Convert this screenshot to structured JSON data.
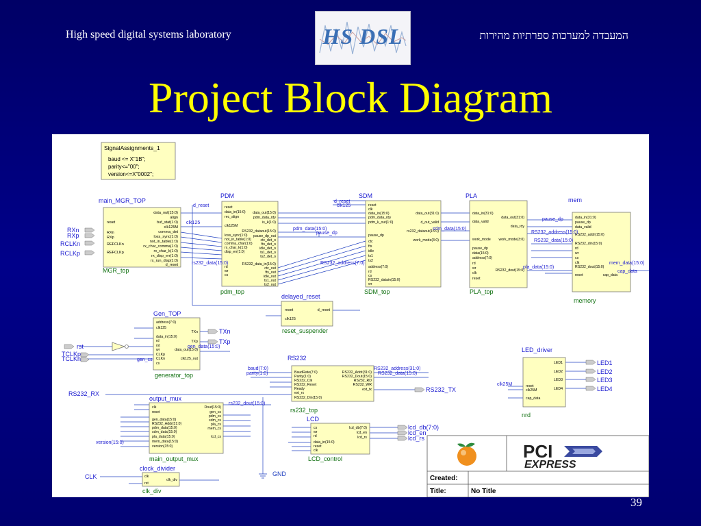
{
  "header": {
    "left": "High speed digital systems laboratory",
    "right": "המעבדה למערכות ספרתיות מהירות",
    "logo_text": "HS DSL"
  },
  "title": "Project Block Diagram",
  "page_number": "39",
  "diagram": {
    "signal_assignments": {
      "title": "SignalAssignments_1",
      "lines": [
        "baud <= X\"1B\";",
        "parity<=\"00\";",
        "version<=X\"0002\";"
      ]
    },
    "blocks": {
      "mgr": {
        "type": "main_MGR_TOP",
        "inst": "MGR_top",
        "left_ports": [
          "reset",
          "RXn",
          "RXp",
          "REFCLKn",
          "REFCLKp"
        ],
        "right_ports": [
          "data_out(15:0)",
          "align",
          "buf_stat(1:0)",
          "clk125M",
          "comma_det",
          "loss_sync(1:0)",
          "not_in_table(1:0)",
          "rx_char_comma(1:0)",
          "rx_char_k(1:0)",
          "rx_disp_err(1:0)",
          "rx_run_disp(1:0)",
          "d_reset"
        ]
      },
      "pdm": {
        "type": "PDM",
        "inst": "pdm_top",
        "left_ports": [
          "reset",
          "data_in(15:0)",
          "rec_align",
          "clk125M",
          "loss_sync(1:0)",
          "not_in_table(1:0)",
          "comma_char(1:0)",
          "rx_char_k(1:0)",
          "disp_err(1:0)",
          "rd",
          "wr",
          "cs"
        ],
        "right_ports": [
          "data_out(15:0)",
          "pdm_data_rdy",
          "is_k(1:0)",
          "RS232_dataout(15:0)",
          "pause_dp_out",
          "ctc_det_o",
          "fts_det_o",
          "idle_det_o",
          "ts1_det_o",
          "ts2_det_o",
          "RS232_data_in(15:0)",
          "ctc_out",
          "fts_out",
          "idle_out",
          "ts1_out",
          "ts2_out"
        ]
      },
      "sdm": {
        "type": "SDM",
        "inst": "SDM_top",
        "left_ports": [
          "reset",
          "clk",
          "data_in(15:0)",
          "pdm_data_rdy",
          "pdm_k_out(1:0)",
          "pause_dp",
          "ctc",
          "fts",
          "idle",
          "ts1",
          "ts2",
          "address(7:0)",
          "rd",
          "cs",
          "RS232_datain(15:0)",
          "wr"
        ],
        "right_ports": [
          "data_out(31:0)",
          "d_out_valid",
          "rs232_dataout(15:0)",
          "work_mode(3:0)"
        ]
      },
      "pla": {
        "type": "PLA",
        "inst": "PLA_top",
        "left_ports": [
          "data_in(31:0)",
          "data_valid",
          "work_mode",
          "pause_dp",
          "data(15:0)",
          "address(7:0)",
          "rd",
          "wr",
          "clk",
          "reset"
        ],
        "right_ports": [
          "data_out(31:0)",
          "data_rdy",
          "work_mode(3:0)",
          "RS232_dout(15:0)"
        ]
      },
      "mem": {
        "type": "mem",
        "inst": "memory",
        "left_ports": [
          "data_in(31:0)",
          "pause_dp",
          "data_valid",
          "RS232_addr(15:0)",
          "RS232_din(15:0)",
          "rd",
          "wr",
          "cs",
          "clk",
          "RS232_dout(15:0)",
          "reset"
        ],
        "right_ports": [
          "cap_data"
        ]
      },
      "delayed_reset": {
        "type": "delayed_reset",
        "inst": "reset_suspender",
        "left_ports": [
          "reset",
          "clk125"
        ],
        "right_ports": [
          "d_reset"
        ]
      },
      "gen": {
        "type": "Gen_TOP",
        "inst": "generator_top",
        "left_ports": [
          "address(7:0)",
          "clk125",
          "data_in(15:0)",
          "rd",
          "rst",
          "wr",
          "CLKp",
          "CLKn",
          "cs"
        ],
        "right_ports": [
          "TXn",
          "TXp",
          "data_out(15:0)",
          "clk125_out"
        ]
      },
      "rs232": {
        "type": "RS232",
        "inst": "rs232_top",
        "left_ports": [
          "BaudRate(7:0)",
          "Parity(1:0)",
          "RS232_Clk",
          "RS232_Reset",
          "Ready",
          "ext_rx",
          "RS232_Din(15:0)"
        ],
        "right_ports": [
          "RS232_Addr(31:0)",
          "RS232_Dout(15:0)",
          "RS232_RD",
          "RS232_WR",
          "ext_tx"
        ]
      },
      "output_mux": {
        "type": "output_mux",
        "inst": "main_output_mux",
        "left_ports": [
          "clk",
          "reset",
          "gen_data(15:0)",
          "RS232_Addr(31:0)",
          "pdm_data(15:0)",
          "sdm_data(15:0)",
          "pla_data(15:0)",
          "mem_data(15:0)",
          "version(15:0)"
        ],
        "right_ports": [
          "Dout(15:0)",
          "gen_cs",
          "pdm_cs",
          "sdm_cs",
          "pla_cs",
          "mem_cs",
          "lcd_cs"
        ]
      },
      "lcd": {
        "type": "LCD",
        "inst": "LCD_control",
        "left_ports": [
          "cs",
          "wr",
          "rd",
          "data_in(15:0)",
          "reset",
          "clk"
        ],
        "right_ports": [
          "lcd_db(7:0)",
          "lcd_en",
          "lcd_rs"
        ]
      },
      "led": {
        "type": "LED_driver",
        "inst": "nrd",
        "left_ports": [
          "reset",
          "clk25M",
          "cap_data"
        ],
        "right_ports": [
          "LED1",
          "LED2",
          "LED3",
          "LED4"
        ]
      },
      "clk_div": {
        "type": "clock_divider",
        "inst": "clk_div",
        "left_ports": [
          "clk",
          "rst"
        ],
        "right_ports": [
          "clk_div"
        ]
      }
    },
    "io_ports": {
      "rxn": "RXn",
      "rxp": "RXp",
      "refclkn": "RCLKn",
      "refclkp": "RCLKp",
      "txn": "TXn",
      "txp": "TXp",
      "rst": "rst",
      "tclkp": "TCLKp",
      "tclkn": "TCLKn",
      "rs232_tx": "RS232_TX",
      "rs232_rx": "RS232_RX",
      "clk": "CLK",
      "lcd_db": "lcd_db(7:0)",
      "lcd_en": "lcd_en",
      "lcd_rs": "lcd_rs",
      "led1": "LED1",
      "led2": "LED2",
      "led3": "LED3",
      "led4": "LED4",
      "gnd": "GND"
    },
    "net_labels": {
      "d_reset": "d_reset",
      "clk125": "clk125",
      "d_reset2": "d_reset",
      "clk125_b": "clk125",
      "pdm_data": "pdm_data(15:0)",
      "pause_dp": "pause_dp",
      "pause_dp_r": "pause_dp",
      "rs232_address": "RS232_address(7:0)",
      "rs232_data": "rs232_data(15:0)",
      "sdm_data": "sdm_data(15:0)",
      "rs232_address_r": "RS232_address(15:0)",
      "rs232_data_r": "RS232_data(15:0)",
      "mem_data": "mem_data(15:0)",
      "cap_data": "cap_data",
      "pla_data": "pla_data(15:0)",
      "gen_data": "gen_data(15:0)",
      "gen_cs": "gen_cs",
      "baud": "baud(7:0)",
      "parity": "parity(1:0)",
      "rs232_address_31": "RS232_address(31:0)",
      "rs232_data_15": "RS232_data(15:0)",
      "rs232_dout": "rs232_dout(15:0)",
      "clk25m": "clk25M",
      "version": "version(15:0)"
    },
    "title_block": {
      "created_label": "Created:",
      "created_value": "",
      "title_label": "Title:",
      "title_value": "No Title",
      "pci_text": "PCI",
      "express_text": "EXPRESS"
    }
  }
}
